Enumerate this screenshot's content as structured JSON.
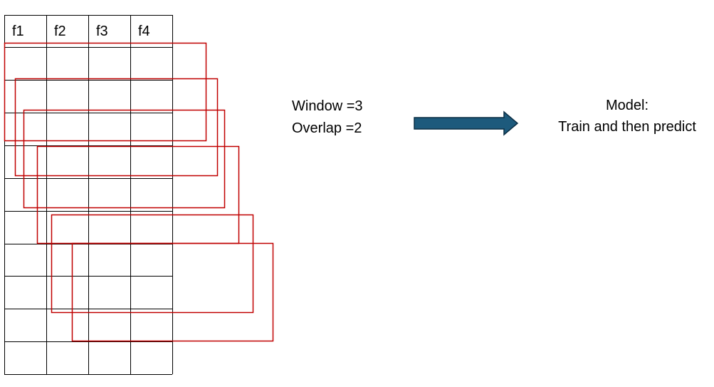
{
  "table": {
    "headers": [
      "f1",
      "f2",
      "f3",
      "f4"
    ],
    "data_row_count": 10
  },
  "sliding_windows": {
    "count": 6
  },
  "params": {
    "window_label": "Window =3",
    "overlap_label": "Overlap =2"
  },
  "model": {
    "line1": "Model:",
    "line2": "Train and then predict"
  },
  "colors": {
    "grid": "#000000",
    "window_border": "#c00000",
    "arrow_fill": "#1d5a7c",
    "arrow_stroke": "#0b2e44"
  }
}
